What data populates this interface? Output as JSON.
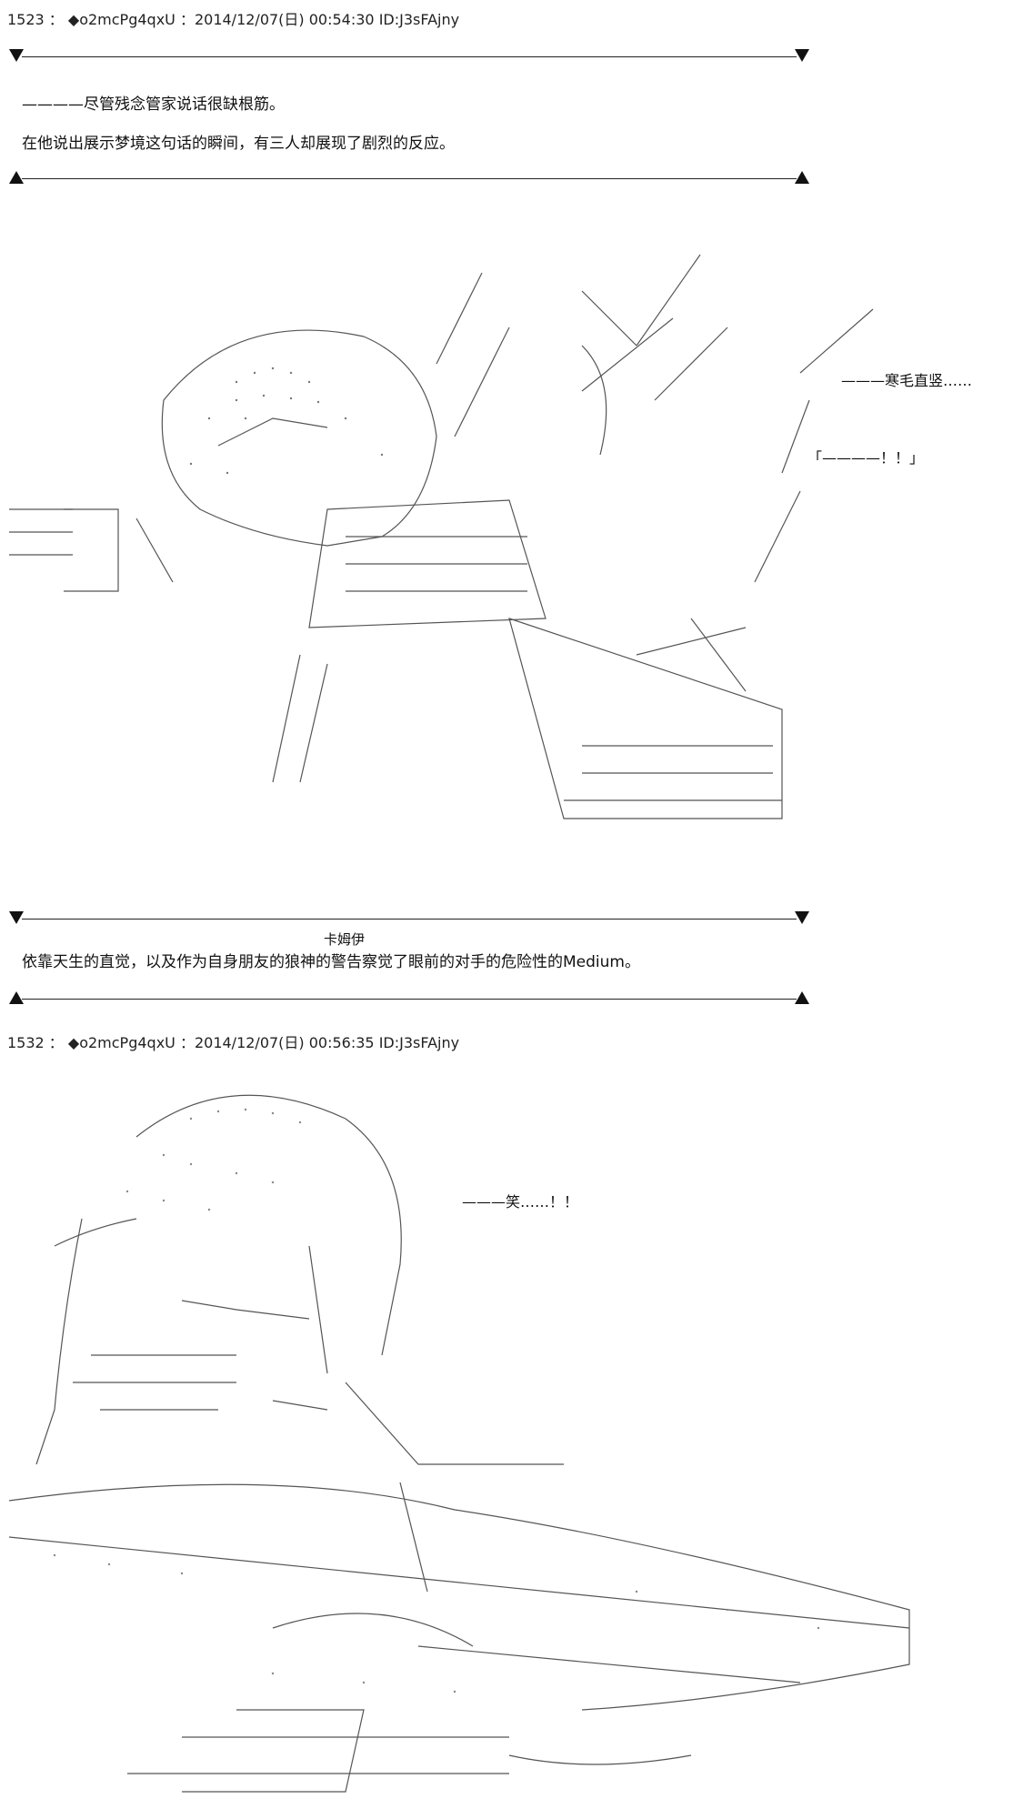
{
  "posts": [
    {
      "header": "1523 ： ◆o2mcPg4qxU ：2014/12/07(日) 00:54:30 ID:J3sFAjny",
      "narration": [
        "————尽管残念管家说话很缺根筋。",
        "在他说出展示梦境这句话的瞬间，有三人却展现了剧烈的反应。"
      ],
      "callouts": [
        "———寒毛直竖……",
        "「————！！」"
      ],
      "ruby": "卡姆伊",
      "caption": "依靠天生的直觉，以及作为自身朋友的狼神的警告察觉了眼前的对手的危险性的Medium。"
    },
    {
      "header": "1532 ： ◆o2mcPg4qxU ：2014/12/07(日) 00:56:35 ID:J3sFAjny",
      "callouts": [
        "———笑……！！"
      ]
    }
  ]
}
